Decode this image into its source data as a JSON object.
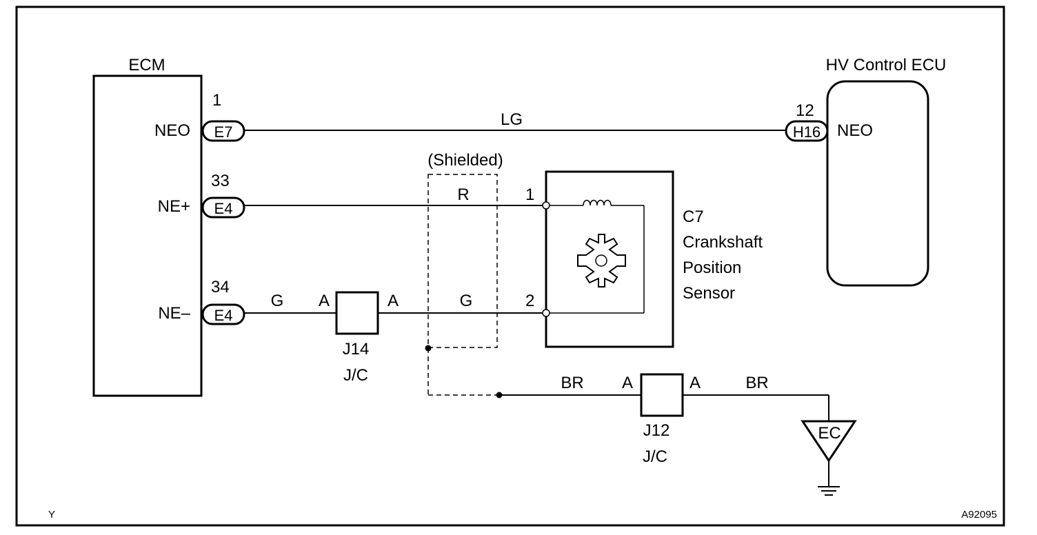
{
  "ecm": {
    "title": "ECM",
    "pins": [
      {
        "signal": "NEO",
        "pin": "1",
        "connector": "E7"
      },
      {
        "signal": "NE+",
        "pin": "33",
        "connector": "E4"
      },
      {
        "signal": "NE–",
        "pin": "34",
        "connector": "E4"
      }
    ]
  },
  "hv_ecu": {
    "title": "HV Control ECU",
    "pin": "12",
    "connector": "H16",
    "signal": "NEO"
  },
  "sensor": {
    "code": "C7",
    "name_lines": [
      "Crankshaft",
      "Position",
      "Sensor"
    ],
    "pin1": "1",
    "pin2": "2"
  },
  "shield": {
    "label": "(Shielded)"
  },
  "wires": {
    "neo": "LG",
    "ne_plus": "R",
    "ne_minus_left": "G",
    "ne_minus_right": "G",
    "ground_left": "BR",
    "ground_right": "BR"
  },
  "junctions": {
    "j14": {
      "code": "J14",
      "type": "J/C",
      "in": "A",
      "out": "A"
    },
    "j12": {
      "code": "J12",
      "type": "J/C",
      "in": "A",
      "out": "A"
    }
  },
  "ground": {
    "label": "EC"
  },
  "footer": {
    "left": "Y",
    "right": "A92095"
  }
}
